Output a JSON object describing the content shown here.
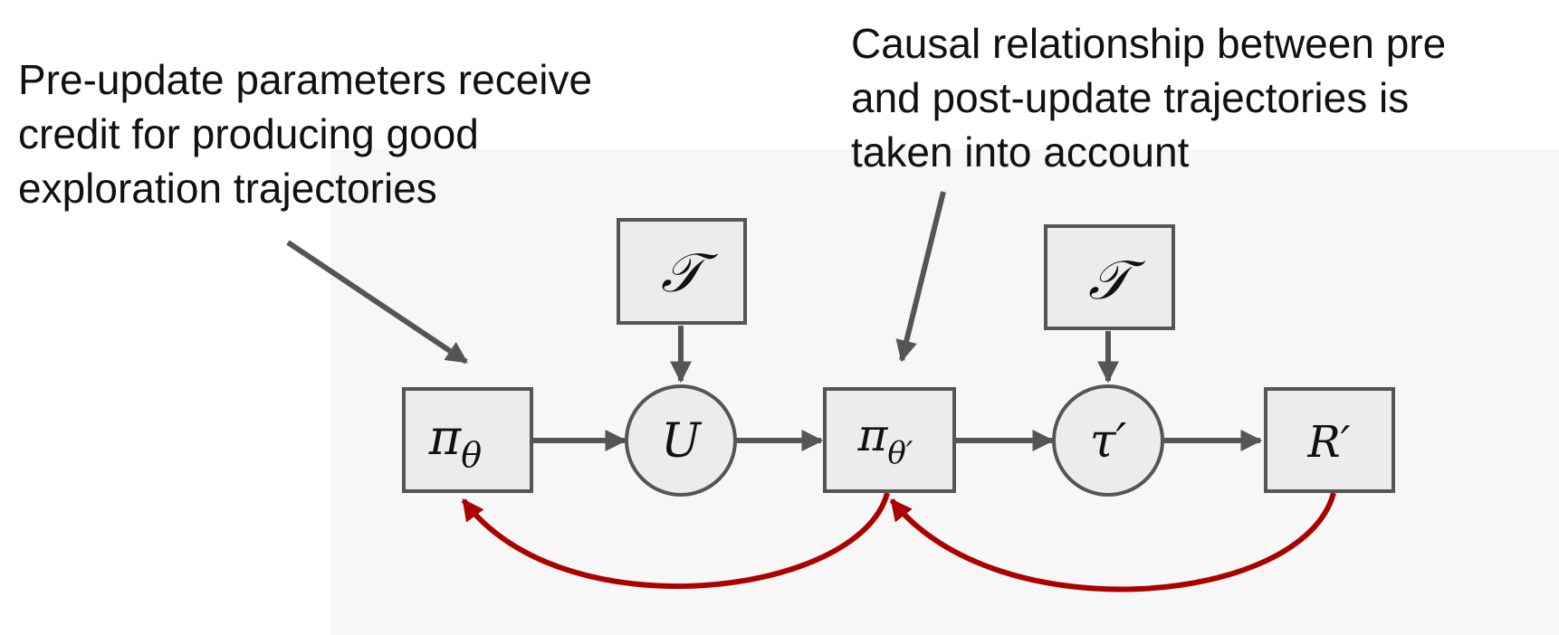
{
  "annotations": {
    "left": {
      "lines": [
        "Pre-update parameters receive",
        "credit for producing good",
        "exploration trajectories"
      ]
    },
    "right": {
      "lines": [
        "Causal relationship between pre",
        "and post-update trajectories is",
        "taken into account"
      ]
    }
  },
  "nodes": {
    "pi_theta": {
      "symbol": "π",
      "subscript": "θ"
    },
    "update": {
      "symbol": "U"
    },
    "pi_theta_prime": {
      "symbol": "π",
      "subscript": "θ′"
    },
    "tau_prime": {
      "symbol": "τ′"
    },
    "reward_prime": {
      "symbol": "R′"
    },
    "task_1": {
      "symbol": "𝒯"
    },
    "task_2": {
      "symbol": "𝒯"
    }
  },
  "colors": {
    "node_fill": "#ececec",
    "node_stroke": "#555555",
    "arrow": "#555555",
    "credit_arrow": "#aa0000",
    "background_panel": "#f7f7f7"
  }
}
